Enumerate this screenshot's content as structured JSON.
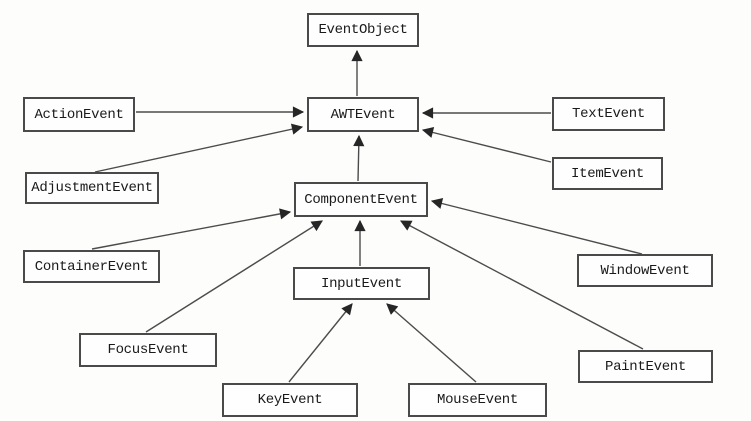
{
  "diagram": {
    "type": "class-hierarchy",
    "nodes": {
      "eventobject": {
        "label": "EventObject"
      },
      "awtevent": {
        "label": "AWTEvent"
      },
      "actionevent": {
        "label": "ActionEvent"
      },
      "adjustmentevent": {
        "label": "AdjustmentEvent"
      },
      "textevent": {
        "label": "TextEvent"
      },
      "itemevent": {
        "label": "ItemEvent"
      },
      "componentevent": {
        "label": "ComponentEvent"
      },
      "containerevent": {
        "label": "ContainerEvent"
      },
      "windowevent": {
        "label": "WindowEvent"
      },
      "focusevent": {
        "label": "FocusEvent"
      },
      "inputevent": {
        "label": "InputEvent"
      },
      "paintevent": {
        "label": "PaintEvent"
      },
      "keyevent": {
        "label": "KeyEvent"
      },
      "mouseevent": {
        "label": "MouseEvent"
      }
    },
    "edges": [
      {
        "from": "AWTEvent",
        "to": "EventObject"
      },
      {
        "from": "ActionEvent",
        "to": "AWTEvent"
      },
      {
        "from": "AdjustmentEvent",
        "to": "AWTEvent"
      },
      {
        "from": "TextEvent",
        "to": "AWTEvent"
      },
      {
        "from": "ItemEvent",
        "to": "AWTEvent"
      },
      {
        "from": "ComponentEvent",
        "to": "AWTEvent"
      },
      {
        "from": "ContainerEvent",
        "to": "ComponentEvent"
      },
      {
        "from": "FocusEvent",
        "to": "ComponentEvent"
      },
      {
        "from": "InputEvent",
        "to": "ComponentEvent"
      },
      {
        "from": "WindowEvent",
        "to": "ComponentEvent"
      },
      {
        "from": "PaintEvent",
        "to": "ComponentEvent"
      },
      {
        "from": "KeyEvent",
        "to": "InputEvent"
      },
      {
        "from": "MouseEvent",
        "to": "InputEvent"
      }
    ],
    "colors": {
      "background": "#fdfdfc",
      "box_fill": "#fefefe",
      "box_border": "#4a4a4a",
      "line": "#4c4c4c",
      "arrowhead": "#262626",
      "text": "#1a1a1a"
    }
  }
}
